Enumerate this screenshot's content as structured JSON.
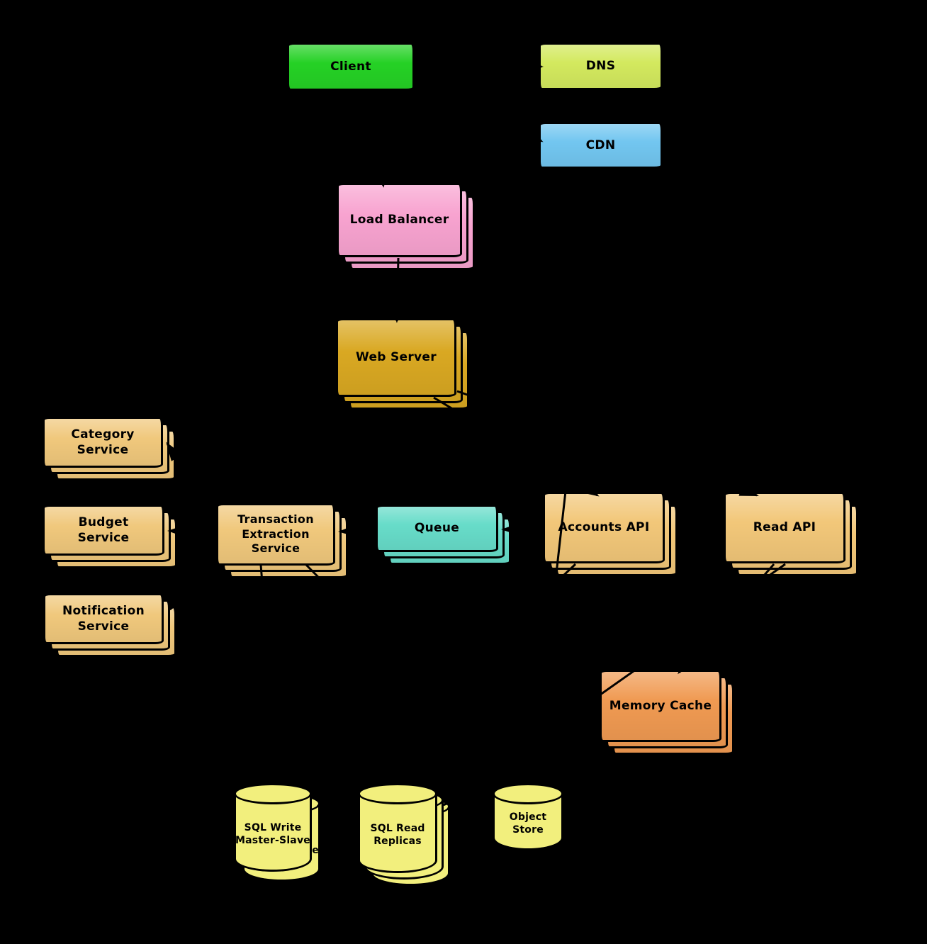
{
  "diagram": {
    "background_color": "#000000",
    "nodes": {
      "client": {
        "label": "Client",
        "color": "#25d125",
        "type": "box"
      },
      "dns": {
        "label": "DNS",
        "color": "#d3e95e",
        "type": "box"
      },
      "cdn": {
        "label": "CDN",
        "color": "#72c6f0",
        "type": "box"
      },
      "load_balancer": {
        "label": "Load Balancer",
        "color": "#f8a3d0",
        "type": "box-stack"
      },
      "web_server": {
        "label": "Web Server",
        "color": "#d9a822",
        "type": "box-stack"
      },
      "category_service": {
        "label": "Category Service",
        "color": "#f0c87c",
        "type": "box-stack"
      },
      "budget_service": {
        "label": "Budget Service",
        "color": "#f0c87c",
        "type": "box-stack"
      },
      "transaction_extraction_service": {
        "label": "Transaction Extraction Service",
        "color": "#f0c87c",
        "type": "box-stack"
      },
      "queue": {
        "label": "Queue",
        "color": "#67dcc9",
        "type": "box-stack"
      },
      "accounts_api": {
        "label": "Accounts API",
        "color": "#f2c779",
        "type": "box-stack"
      },
      "read_api": {
        "label": "Read API",
        "color": "#f2c779",
        "type": "box-stack"
      },
      "notification_service": {
        "label": "Notification Service",
        "color": "#f0c87c",
        "type": "box-stack"
      },
      "memory_cache": {
        "label": "Memory Cache",
        "color": "#f09a52",
        "type": "box-stack"
      },
      "sql_write": {
        "label": "SQL Write Master-Slave",
        "color": "#f2ef7d",
        "type": "cylinder-stack"
      },
      "sql_read": {
        "label": "SQL Read Replicas",
        "color": "#f2ef7d",
        "type": "cylinder-stack"
      },
      "object_store": {
        "label": "Object Store",
        "color": "#f2ef7d",
        "type": "cylinder"
      }
    },
    "connections": [
      {
        "from": "client",
        "to": "dns"
      },
      {
        "from": "client",
        "to": "cdn"
      },
      {
        "from": "client",
        "to": "load_balancer"
      },
      {
        "from": "cdn",
        "to": "object_store"
      },
      {
        "from": "load_balancer",
        "to": "web_server"
      },
      {
        "from": "web_server",
        "to": "accounts_api"
      },
      {
        "from": "web_server",
        "to": "read_api"
      },
      {
        "from": "accounts_api",
        "to": "queue"
      },
      {
        "from": "queue",
        "to": "transaction_extraction_service"
      },
      {
        "from": "transaction_extraction_service",
        "to": "category_service"
      },
      {
        "from": "transaction_extraction_service",
        "to": "budget_service"
      },
      {
        "from": "transaction_extraction_service",
        "to": "notification_service"
      },
      {
        "from": "transaction_extraction_service",
        "to": "sql_write"
      },
      {
        "from": "transaction_extraction_service",
        "to": "object_store"
      },
      {
        "from": "accounts_api",
        "to": "sql_write"
      },
      {
        "from": "read_api",
        "to": "memory_cache"
      },
      {
        "from": "read_api",
        "to": "sql_read"
      },
      {
        "from": "sql_write",
        "to": "sql_read"
      }
    ]
  }
}
